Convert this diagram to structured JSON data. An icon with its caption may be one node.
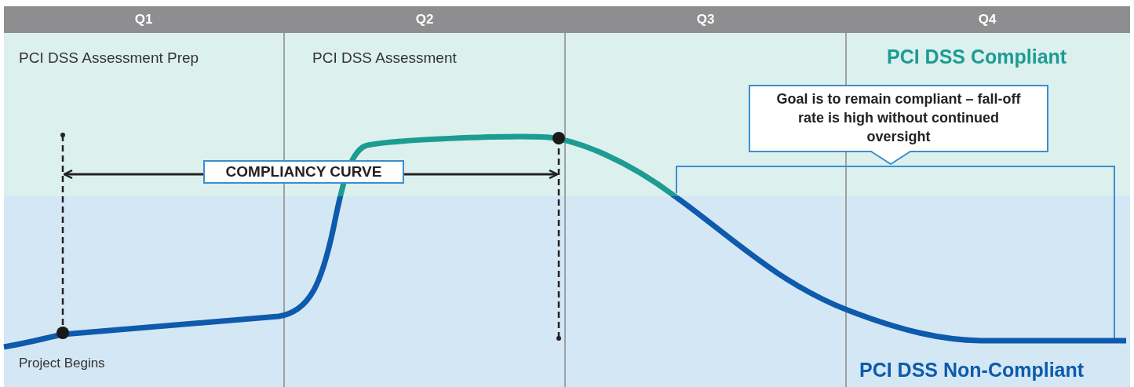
{
  "diagram": {
    "nodes": [
      {
        "text": [
          "COMPLIANCY CURVE"
        ]
      },
      {
        "text": [
          "Goal is to remain compliant – fall-off rate is high without continued oversight"
        ]
      }
    ],
    "labels": [
      "Q1",
      "Q2",
      "Q3",
      "Q4",
      "PCI DSS Assessment Prep",
      "PCI DSS Assessment",
      "PCI DSS Compliant",
      "Project Begins",
      "PCI DSS Non-Compliant"
    ]
  }
}
